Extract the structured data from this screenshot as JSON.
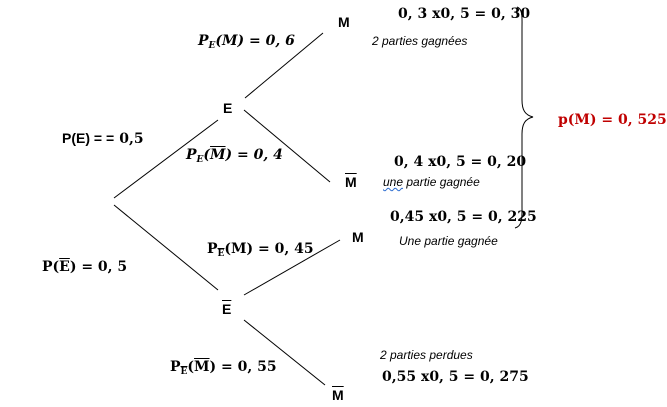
{
  "nodes": {
    "e": "E",
    "ebar": "E",
    "m1": "M",
    "mbar1": "M",
    "m2": "M",
    "mbar2": "M"
  },
  "branches": {
    "pe_prefix": "P(E) = =",
    "pe_value": "0,5",
    "pebar_prefix": "P(",
    "pebar_bar": "E",
    "pebar_value": ") = 0, 5",
    "pe_m_p": "P",
    "pe_m_sub": "E",
    "pe_m_rest": "(M) = 0, 6",
    "pe_mbar_p": "P",
    "pe_mbar_sub": "E",
    "pe_mbar_open": "(",
    "pe_mbar_bar": "M",
    "pe_mbar_rest": ") = 0, 4",
    "pebar_m_p": "P",
    "pebar_m_sub": "E",
    "pebar_m_rest": "(M) = 0, 45",
    "pebar_mbar_p": "P",
    "pebar_mbar_sub": "E",
    "pebar_mbar_open": "(",
    "pebar_mbar_bar": "M",
    "pebar_mbar_rest": ") = 0, 55"
  },
  "outcomes": {
    "o1_calc": "0, 3 x0, 5 = 0, 30",
    "o1_note": "2 parties gagnées",
    "o2_calc": "0, 4 x0, 5 = 0, 20",
    "o2_note_a": "une",
    "o2_note_b": " partie gagnée",
    "o3_calc": "0,45 x0, 5 = 0, 225",
    "o3_note": "Une  partie gagnée",
    "o4_note": "2 parties perdues",
    "o4_calc": "0,55 x0, 5 = 0, 275"
  },
  "result": "p(M) = 0, 525",
  "colors": {
    "result": "#c00000",
    "lines": "#000000"
  }
}
